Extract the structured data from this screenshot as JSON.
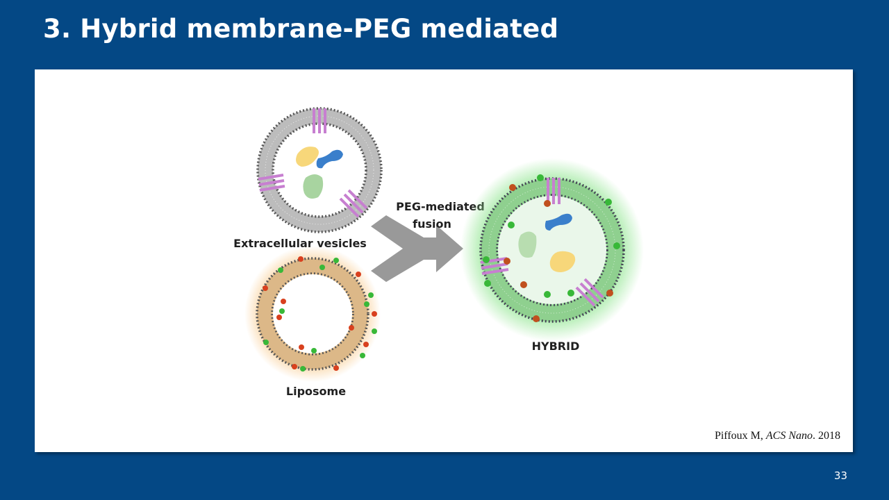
{
  "slide": {
    "title": "3. Hybrid membrane-PEG mediated",
    "page_number": "33"
  },
  "figure": {
    "ev_label": "Extracellular vesicles",
    "liposome_label": "Liposome",
    "arrow_label_line1": "PEG-mediated",
    "arrow_label_line2": "fusion",
    "hybrid_label": "HYBRID"
  },
  "citation": {
    "author": "Piffoux M,",
    "journal": "ACS Nano",
    "year": ". 2018"
  },
  "colors": {
    "background": "#044885",
    "ev_membrane": "#bcbcbc",
    "liposome_membrane": "#dcb888",
    "hybrid_membrane": "#8fd08f",
    "protein": "#c77fd0",
    "lipid_green": "#38b838",
    "lipid_red": "#d8401e",
    "cargo_yellow": "#f7d77a",
    "cargo_blue": "#3a7fcb",
    "cargo_green": "#a8d4a0"
  }
}
